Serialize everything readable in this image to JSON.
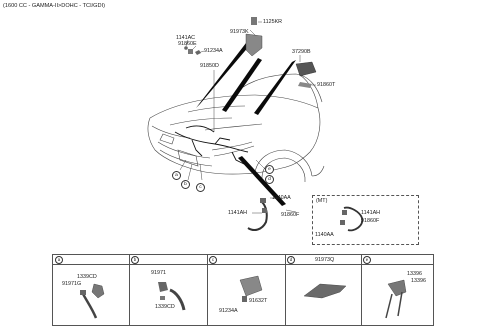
{
  "header": {
    "title": "(1600 CC - GAMMA-II>DOHC - TCI/GDI)"
  },
  "labels": {
    "l1125KR": "1125KR",
    "l91973K": "91973K",
    "l1141AC": "1141AC",
    "l91860E": "91860E",
    "l91234A_top": "91234A",
    "l37290B": "37290B",
    "l91850D": "91850D",
    "l91860T": "91860T",
    "l1140AA": "1140AA",
    "l1141AH": "1141AH",
    "l91860F": "91860F"
  },
  "callouts": [
    "a",
    "b",
    "c",
    "d",
    "e"
  ],
  "mt_box": {
    "title": "(MT)",
    "l1141AH": "1141AH",
    "l91860F": "91860F",
    "l1140AA": "1140AA"
  },
  "table": {
    "cells": [
      {
        "letter": "a",
        "title": "",
        "labels": [
          "1339CD",
          "91971G"
        ]
      },
      {
        "letter": "b",
        "title": "",
        "labels": [
          "91971",
          "1339CD"
        ]
      },
      {
        "letter": "c",
        "title": "",
        "labels": [
          "91632T",
          "91234A"
        ]
      },
      {
        "letter": "d",
        "title": "91973Q",
        "labels": []
      },
      {
        "letter": "e",
        "title": "",
        "labels": [
          "13396",
          "13396"
        ]
      }
    ]
  },
  "colors": {
    "line": "#333333",
    "harness": "#111111",
    "part_fill": "#6e6e6e"
  }
}
